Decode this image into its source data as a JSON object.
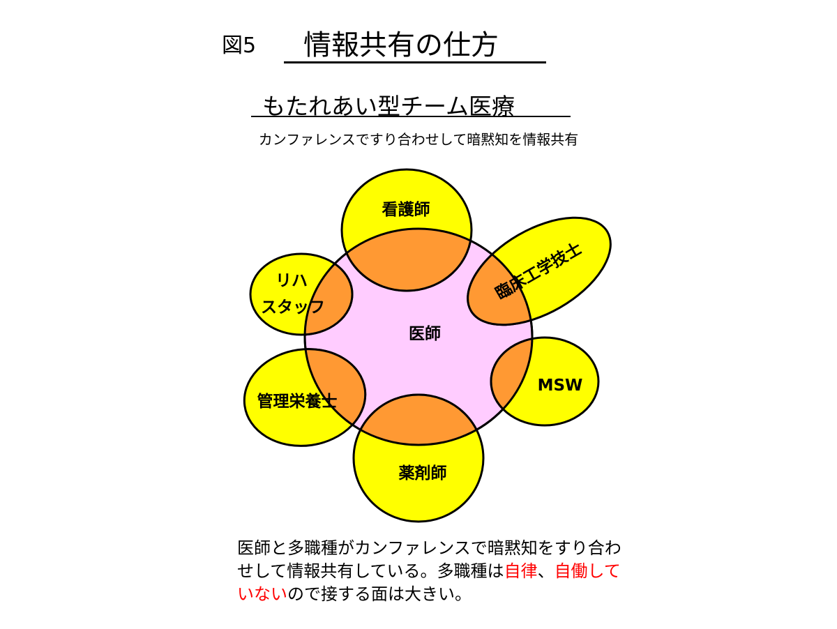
{
  "header": {
    "figure_number": "図5",
    "title": "情報共有の仕方",
    "subtitle": "もたれあい型チーム医療",
    "caption": "カンファレンスですり合わせして暗黙知を情報共有"
  },
  "diagram": {
    "center": "医師",
    "members": {
      "nurse": "看護師",
      "clinical_engineer": "臨床工学技士",
      "rehab_line1": "リハ",
      "rehab_line2": "スタッフ",
      "dietitian": "管理栄養士",
      "msw": "MSW",
      "pharmacist": "薬剤師"
    },
    "colors": {
      "center": "#ffccff",
      "member": "#ffff00",
      "overlap": "#ff9933",
      "stroke": "#000000"
    }
  },
  "note": {
    "part1": "医師と多職種がカンファレンスで暗黙知をすり合わせして情報共有している。多職種は",
    "red1": "自律",
    "sep": "、",
    "red2": "自働していない",
    "part2": "ので接する面は大きい。"
  }
}
